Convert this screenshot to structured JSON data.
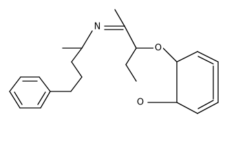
{
  "molecule": {
    "atoms": {
      "imine_nitrogen": "N",
      "ring_oxygen_upper": "O",
      "ring_oxygen_lower": "O"
    }
  }
}
